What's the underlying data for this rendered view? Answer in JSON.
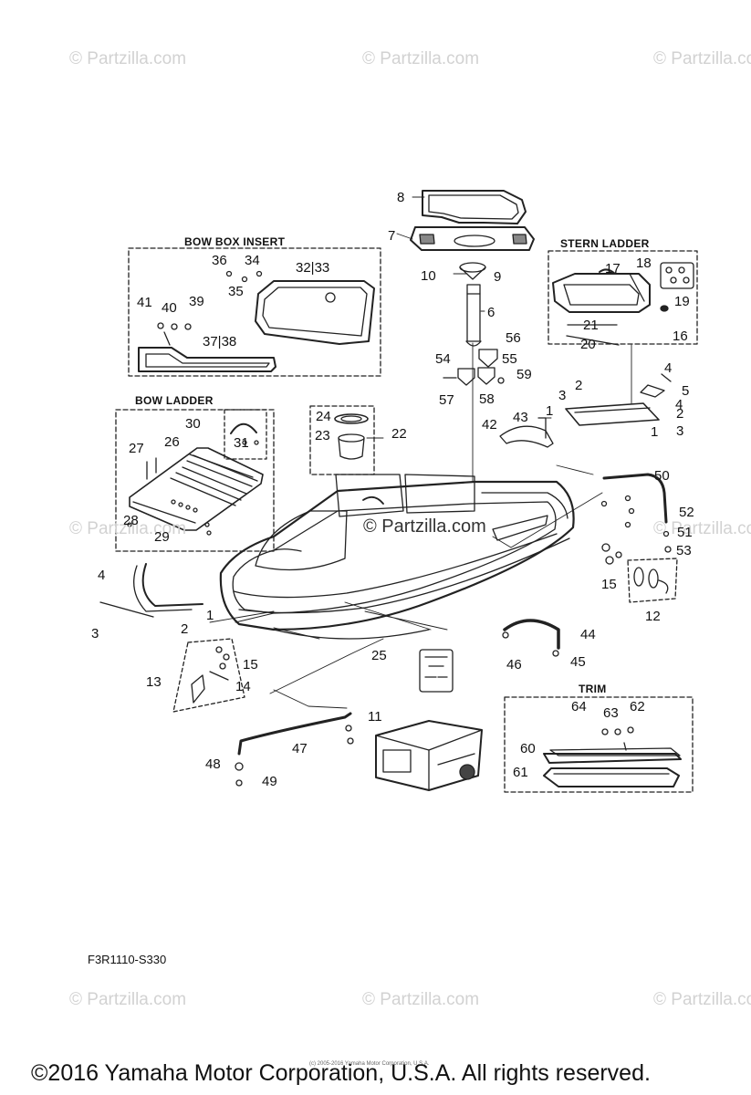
{
  "watermark": {
    "text": "© Partzilla.com",
    "center_text": "© Partzilla.com"
  },
  "boxes": {
    "bow_box_insert": "BOW BOX INSERT",
    "stern_ladder": "STERN LADDER",
    "bow_ladder": "BOW LADDER",
    "trim": "TRIM"
  },
  "callouts": [
    "8",
    "7",
    "9",
    "10",
    "6",
    "56",
    "55",
    "54",
    "59",
    "57",
    "58",
    "36",
    "34",
    "35",
    "32|33",
    "41",
    "40",
    "39",
    "37|38",
    "17",
    "18",
    "19",
    "21",
    "20",
    "16",
    "4",
    "5",
    "2",
    "3",
    "1",
    "4",
    "2",
    "3",
    "1",
    "42",
    "43",
    "24",
    "22",
    "23",
    "30",
    "31",
    "27",
    "26",
    "28",
    "29",
    "50",
    "52",
    "51",
    "53",
    "15",
    "12",
    "4",
    "3",
    "2",
    "1",
    "44",
    "45",
    "46",
    "25",
    "15",
    "14",
    "13",
    "11",
    "47",
    "48",
    "49",
    "64",
    "63",
    "62",
    "60",
    "61"
  ],
  "diagram_code": "F3R1110-S330",
  "copyright_small": "(c) 2005-2016 Yamaha Motor Corporation, U.S.A.",
  "copyright": "©2016 Yamaha Motor Corporation, U.S.A. All rights reserved."
}
